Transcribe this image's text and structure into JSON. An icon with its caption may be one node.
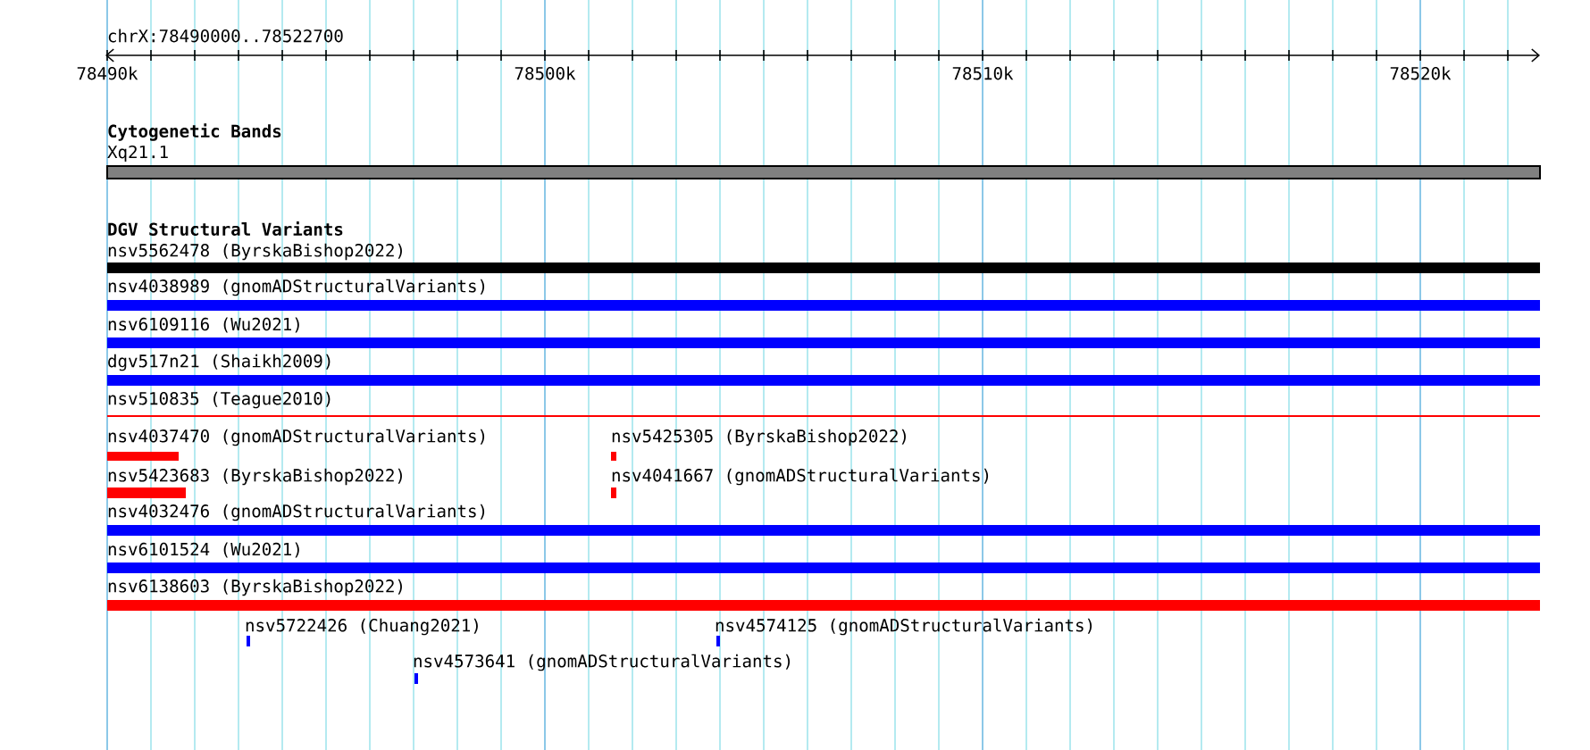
{
  "diagram": {
    "nodes": [
      {
        "text": [
          "Xq21.1"
        ]
      },
      {
        "text": [
          "nsv5562478 (ByrskaBishop2022)"
        ]
      },
      {
        "text": [
          "nsv4038989 (gnomADStructuralVariants)"
        ]
      },
      {
        "text": [
          "nsv6109116 (Wu2021)"
        ]
      },
      {
        "text": [
          "dgv517n21 (Shaikh2009)"
        ]
      },
      {
        "text": [
          "nsv510835 (Teague2010)"
        ]
      },
      {
        "text": [
          "nsv4037470 (gnomADStructuralVariants)"
        ]
      },
      {
        "text": [
          "nsv5425305 (ByrskaBishop2022)"
        ]
      },
      {
        "text": [
          "nsv5423683 (ByrskaBishop2022)"
        ]
      },
      {
        "text": [
          "nsv4041667 (gnomADStructuralVariants)"
        ]
      },
      {
        "text": [
          "nsv4032476 (gnomADStructuralVariants)"
        ]
      },
      {
        "text": [
          "nsv6101524 (Wu2021)"
        ]
      },
      {
        "text": [
          "nsv6138603 (ByrskaBishop2022)"
        ]
      },
      {
        "text": [
          "nsv5722426 (Chuang2021)"
        ]
      },
      {
        "text": [
          "nsv4574125 (gnomADStructuralVariants)"
        ]
      },
      {
        "text": [
          "nsv4573641 (gnomADStructuralVariants)"
        ]
      }
    ],
    "labels": [
      "chrX:78490000..78522700",
      "78490k",
      "78500k",
      "78510k",
      "78520k",
      "Cytogenetic Bands",
      "DGV Structural Variants"
    ]
  }
}
